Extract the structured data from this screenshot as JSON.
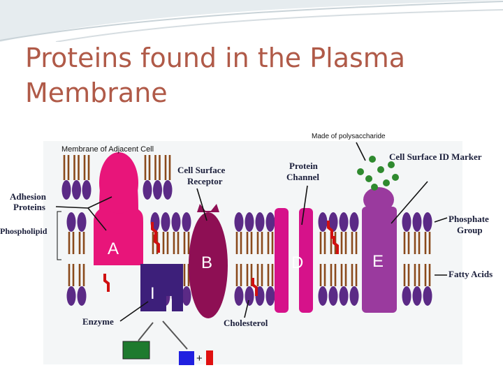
{
  "slide": {
    "title": "Proteins found in the Plasma Membrane"
  },
  "diagram": {
    "labels": {
      "adjacent_cell": "Membrane of Adjacent Cell",
      "polysaccharide": "Made of polysaccharide",
      "id_marker": "Cell Surface ID Marker",
      "receptor_line1": "Cell Surface",
      "receptor_line2": "Receptor",
      "channel_line1": "Protein",
      "channel_line2": "Channel",
      "adhesion_line1": "Adhesion",
      "adhesion_line2": "Proteins",
      "phospholipid": "Phospholipid",
      "phosphate_line1": "Phosphate",
      "phosphate_line2": "Group",
      "fatty_acids": "Fatty Acids",
      "enzyme": "Enzyme",
      "cholesterol": "Cholesterol",
      "plus": "+"
    },
    "letters": {
      "a": "A",
      "b": "B",
      "d": "D",
      "e": "E",
      "i": "I"
    },
    "colors": {
      "head": "#5b2a86",
      "tail": "#8a4a1c",
      "protein_a": "#e8157a",
      "protein_b": "#8e0f54",
      "protein_d": "#d6128a",
      "protein_e": "#9a3a9e",
      "protein_i": "#3d1f7a",
      "cholesterol": "#d01010",
      "sugar": "#2f8a2f",
      "product_green": "#1e7a2e",
      "product_blue": "#2020e0",
      "product_red": "#e01010",
      "title": "#b05a48"
    }
  }
}
